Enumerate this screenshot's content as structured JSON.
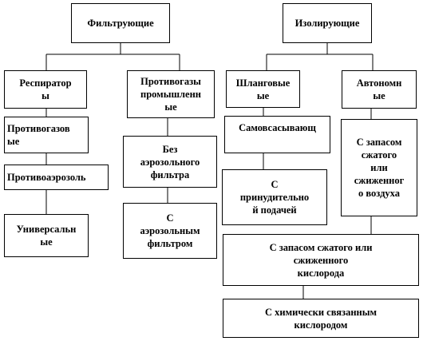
{
  "nodes": {
    "filtering": "Фильтрующие",
    "isolating": "Изолирующие",
    "respirators": "Респиратор\nы",
    "industrial_gas_masks": "Противогазы\nпромышленн\nые",
    "hose": "Шланговые\nые",
    "autonomous": "Автономн\nые",
    "gas_filter": "Противогазов\nые",
    "no_aerosol_filter": "Без\nаэрозольного\nфильтра",
    "self_suction": "Самовсасывающ",
    "compressed_air": "С запасом\nсжатого\nили\nсжиженног\nо воздуха",
    "antiaerosol": "Противоаэрозоль",
    "forced_supply": "С\nпринудительно\nй подачей",
    "with_aerosol_filter": "С\nаэрозольным\nфильтром",
    "universal": "Универсальн\nые",
    "compressed_oxygen": "С запасом сжатого или\nсжиженного\nкислорода",
    "chemical_oxygen": "С химически связанным\nкислородом"
  }
}
